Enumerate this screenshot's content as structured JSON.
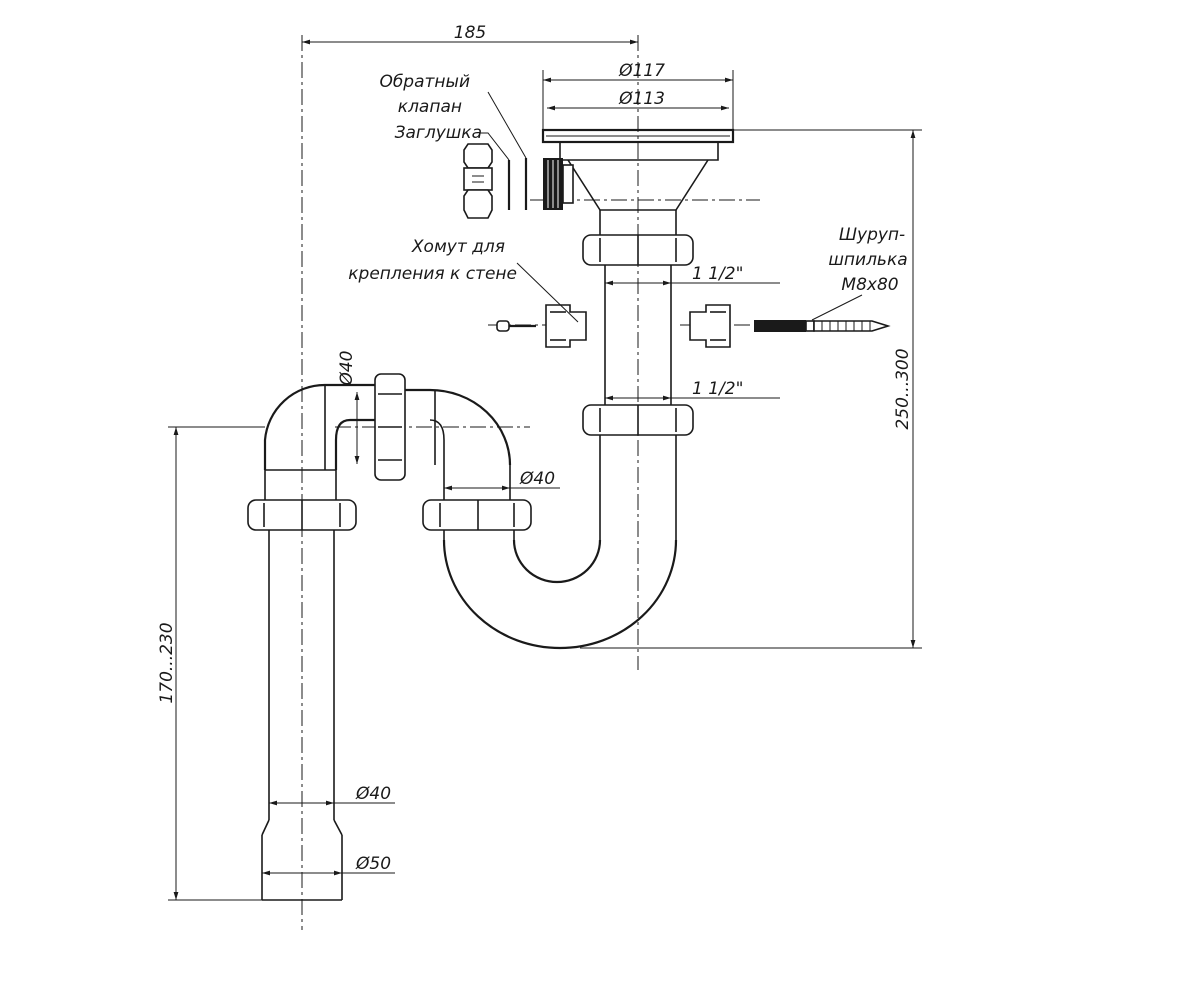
{
  "parts": {
    "check_valve": [
      "Обратный",
      "клапан"
    ],
    "plug": "Заглушка",
    "wall_clamp": [
      "Хомут для",
      "крепления к стене"
    ],
    "screw_stud": [
      "Шуруп-",
      "шпилька",
      "М8х80"
    ]
  },
  "dimensions": {
    "width_185": "185",
    "dia_117": "Ø117",
    "dia_113": "Ø113",
    "thread_upper": "1 1/2\"",
    "thread_lower": "1 1/2\"",
    "height_250_300": "250...300",
    "height_170_230": "170...230",
    "dia_40_elbow": "Ø40",
    "dia_40_trap": "Ø40",
    "dia_40_outlet": "Ø40",
    "dia_50_outlet": "Ø50"
  },
  "colors": {
    "line": "#1a1a1a",
    "background": "#ffffff"
  }
}
